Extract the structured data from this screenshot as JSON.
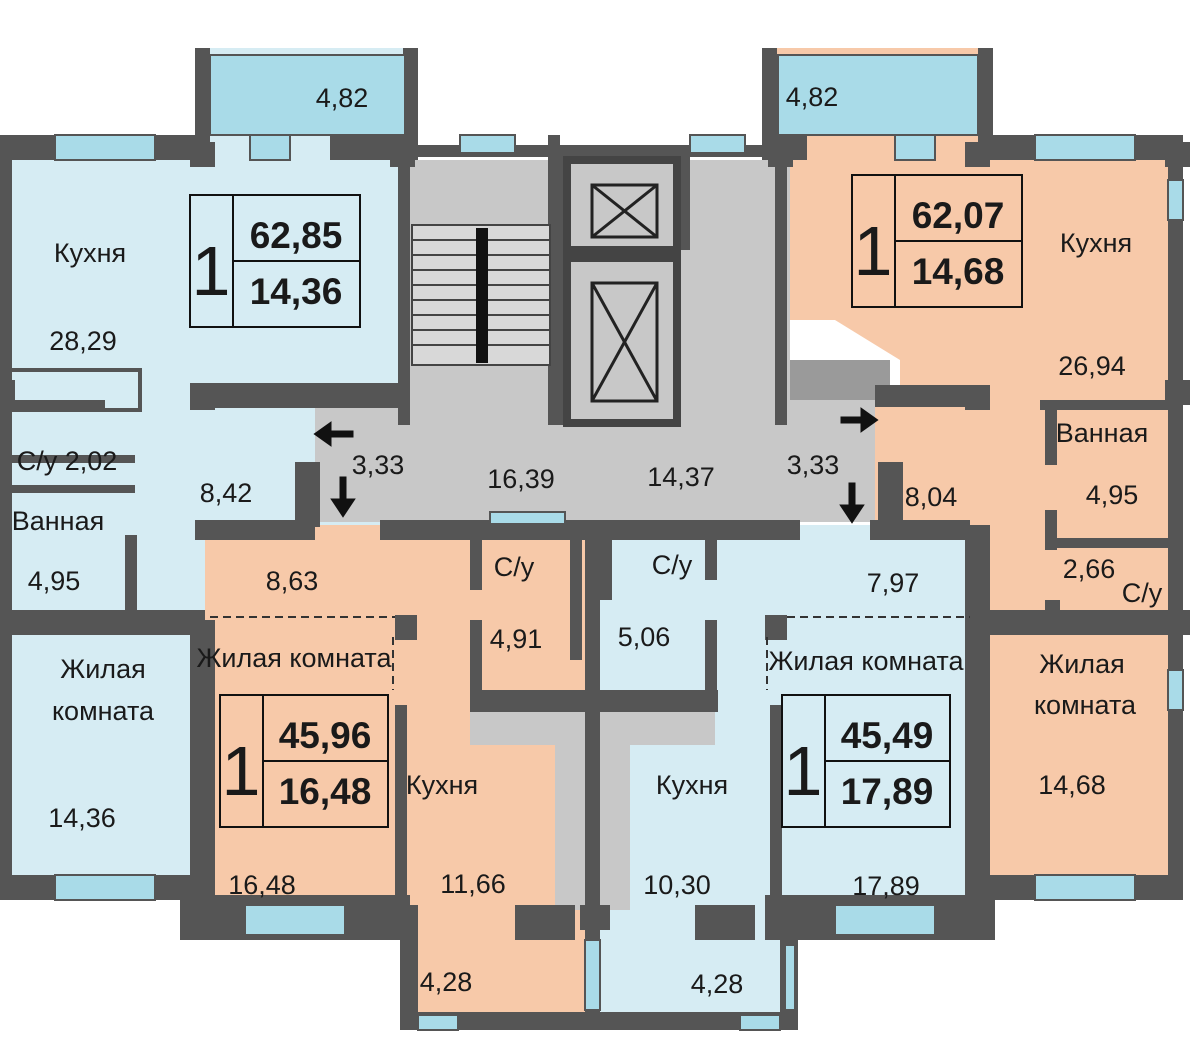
{
  "colors": {
    "blue_apartment": "#d6ecf3",
    "orange_apartment": "#f7c9a9",
    "common_area": "#c8c8c8",
    "wall": "#555555",
    "window": "#a9dbe8"
  },
  "apartments": [
    {
      "id": "top-left",
      "rooms": "1",
      "total_area": "62,85",
      "living_area": "14,36"
    },
    {
      "id": "top-right",
      "rooms": "1",
      "total_area": "62,07",
      "living_area": "14,68"
    },
    {
      "id": "bottom-left",
      "rooms": "1",
      "total_area": "45,96",
      "living_area": "16,48"
    },
    {
      "id": "bottom-right",
      "rooms": "1",
      "total_area": "45,49",
      "living_area": "17,89"
    }
  ],
  "rooms": {
    "tl_balcony": "4,82",
    "tl_kitchen_label": "Кухня",
    "tl_kitchen_area": "28,29",
    "tl_wc": "С/у 2,02",
    "tl_hall_area": "8,42",
    "tl_bath_label": "Ванная",
    "tl_bath_area": "4,95",
    "tl_living_label_1": "Жилая",
    "tl_living_label_2": "комната",
    "tl_living_area": "14,36",
    "tr_balcony": "4,82",
    "tr_kitchen_label": "Кухня",
    "tr_kitchen_area": "26,94",
    "tr_bath_label": "Ванная",
    "tr_bath_area": "4,95",
    "tr_hall_area": "8,04",
    "tr_wc_area": "2,66",
    "tr_wc_label": "С/у",
    "tr_living_label_1": "Жилая",
    "tr_living_label_2": "комната",
    "tr_living_area": "14,68",
    "corridor_left": "3,33",
    "corridor_center_left": "16,39",
    "corridor_center_right": "14,37",
    "corridor_right": "3,33",
    "bl_hall_area": "8,63",
    "bl_wc_label": "С/у",
    "bl_wc_area": "4,91",
    "bl_living_label": "Жилая комната",
    "bl_kitchen_label": "Кухня",
    "bl_living_area": "16,48",
    "bl_kitchen_area": "11,66",
    "bl_balcony": "4,28",
    "br_wc_label": "С/у",
    "br_wc_area": "5,06",
    "br_hall_area": "7,97",
    "br_living_label": "Жилая комната",
    "br_kitchen_label": "Кухня",
    "br_kitchen_area": "10,30",
    "br_living_area": "17,89",
    "br_balcony": "4,28"
  }
}
